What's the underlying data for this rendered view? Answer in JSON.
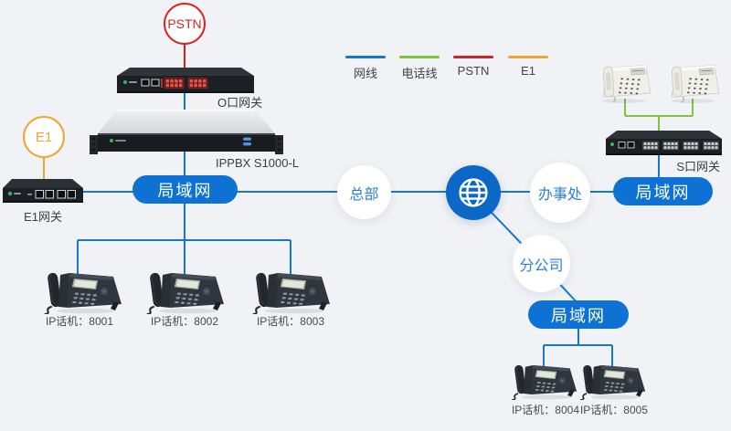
{
  "colors": {
    "background": "#f0f2f5",
    "line_network_blue": "#1677d2",
    "line_phone_green": "#7fc33f",
    "line_pstn_red": "#cd2428",
    "line_e1_orange": "#f2a431",
    "lan_pill_blue": "#0e72d4",
    "internet_globe_blue": "#0c68c6",
    "site_text_blue": "#2e7ed8",
    "label_text_dark": "#3b4045"
  },
  "legend": {
    "items": [
      {
        "label": "网线",
        "color": "#1677d2"
      },
      {
        "label": "电话线",
        "color": "#7fc33f"
      },
      {
        "label": "PSTN",
        "color": "#cd2428"
      },
      {
        "label": "E1",
        "color": "#f2a431"
      }
    ]
  },
  "badges": {
    "pstn": {
      "label": "PSTN"
    },
    "e1": {
      "label": "E1"
    }
  },
  "sites": {
    "hq": {
      "label": "总部"
    },
    "office": {
      "label": "办事处"
    },
    "branch": {
      "label": "分公司"
    }
  },
  "lans": {
    "hq": {
      "label": "局域网"
    },
    "office": {
      "label": "局域网"
    },
    "branch": {
      "label": "局域网"
    }
  },
  "devices": {
    "o_gateway": {
      "label": "O口网关"
    },
    "ippbx": {
      "label": "IPPBX S1000-L"
    },
    "e1_gateway": {
      "label": "E1网关"
    },
    "s_gateway": {
      "label": "S口网关"
    }
  },
  "ip_phones": [
    {
      "label": "IP话机：8001"
    },
    {
      "label": "IP话机：8002"
    },
    {
      "label": "IP话机：8003"
    },
    {
      "label": "IP话机：8004"
    },
    {
      "label": "IP话机：8005"
    }
  ]
}
